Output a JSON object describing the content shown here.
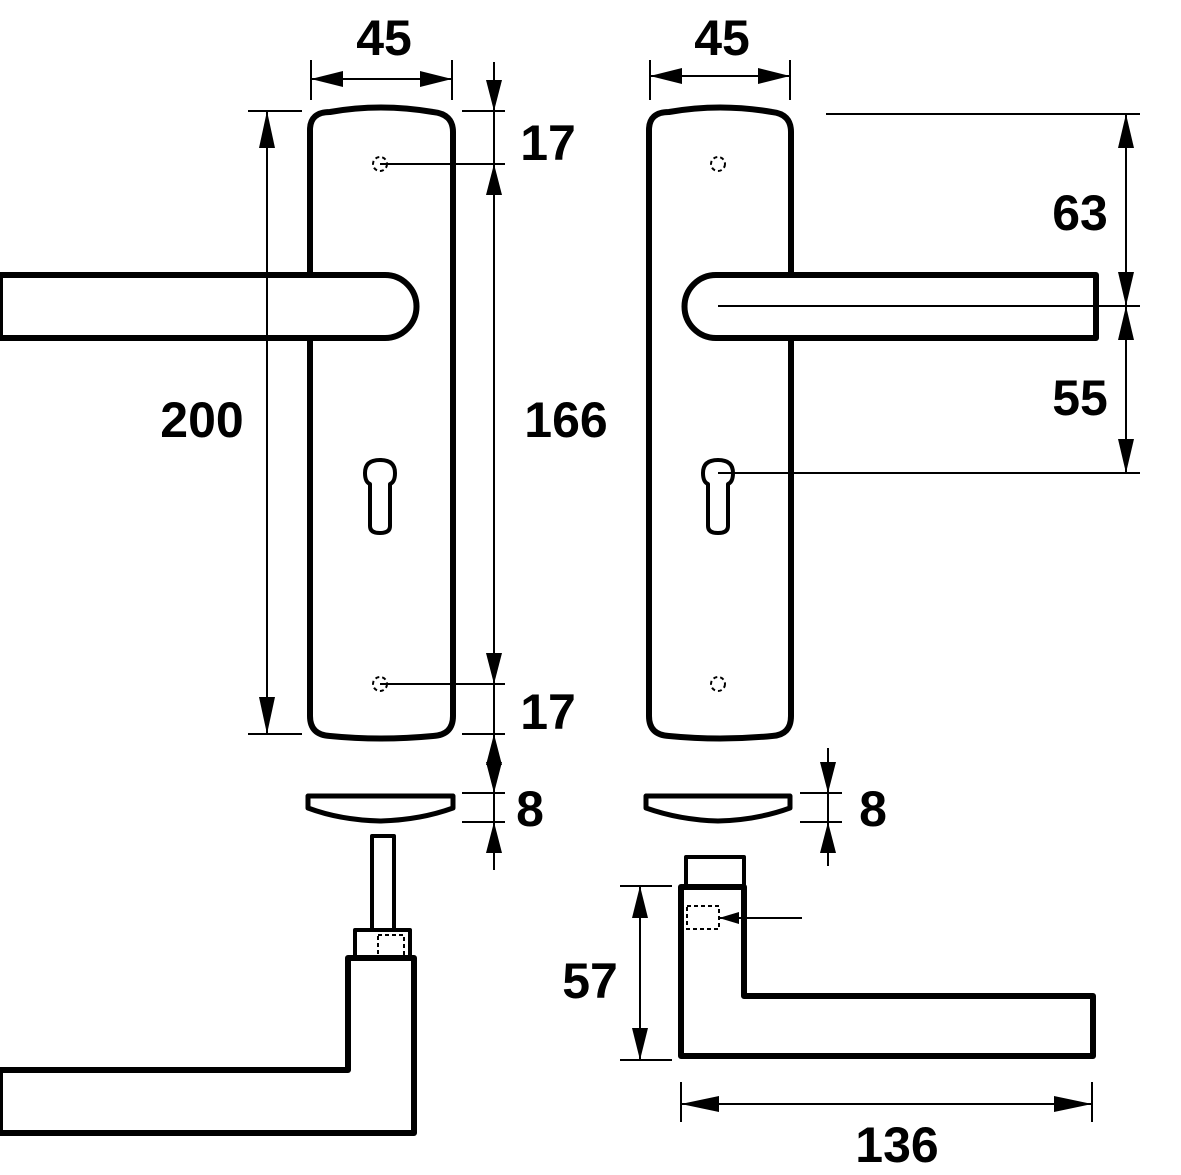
{
  "dimensions": {
    "front_width": "45",
    "front_height": "200",
    "top_offset": "17",
    "hole_spacing": "166",
    "bottom_offset": "17",
    "rose_thickness_left": "8",
    "back_width": "45",
    "handle_to_top": "63",
    "handle_to_keyhole": "55",
    "rose_thickness_right": "8",
    "handle_height": "57",
    "handle_length": "136"
  }
}
